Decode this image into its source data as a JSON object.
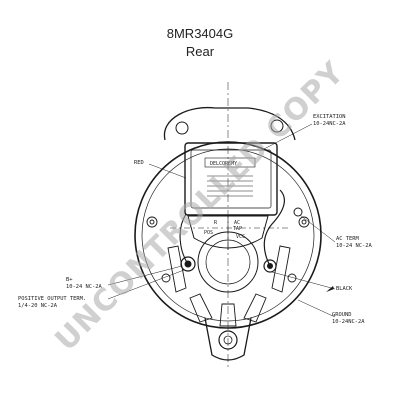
{
  "header": {
    "model": "8MR3404G",
    "view": "Rear"
  },
  "labels": {
    "excitation_line1": "EXCITATION",
    "excitation_line2": "10-24NC-2A",
    "red": "RED",
    "ac_term_line1": "AC TERM",
    "ac_term_line2": "10-24 NC-2A",
    "black": "BLACK",
    "ground_line1": "GROUND",
    "ground_line2": "10-24NC-2A",
    "b_plus_line1": "B+",
    "b_plus_line2": "10-24 NC-2A",
    "pos_output_line1": "POSITIVE OUTPUT TERM.",
    "pos_output_line2": "1/4-20 NC-2A",
    "regulator_brand": "DELCOREMY",
    "terminal_r": "R",
    "terminal_ac": "AC",
    "terminal_tap": "TAP",
    "terminal_pos": "POS",
    "terminal_vcc": "VCC"
  },
  "watermark": "UNCONTROLLED COPY",
  "colors": {
    "line": "#1a1a1a",
    "watermark": "#aaaaaa"
  }
}
